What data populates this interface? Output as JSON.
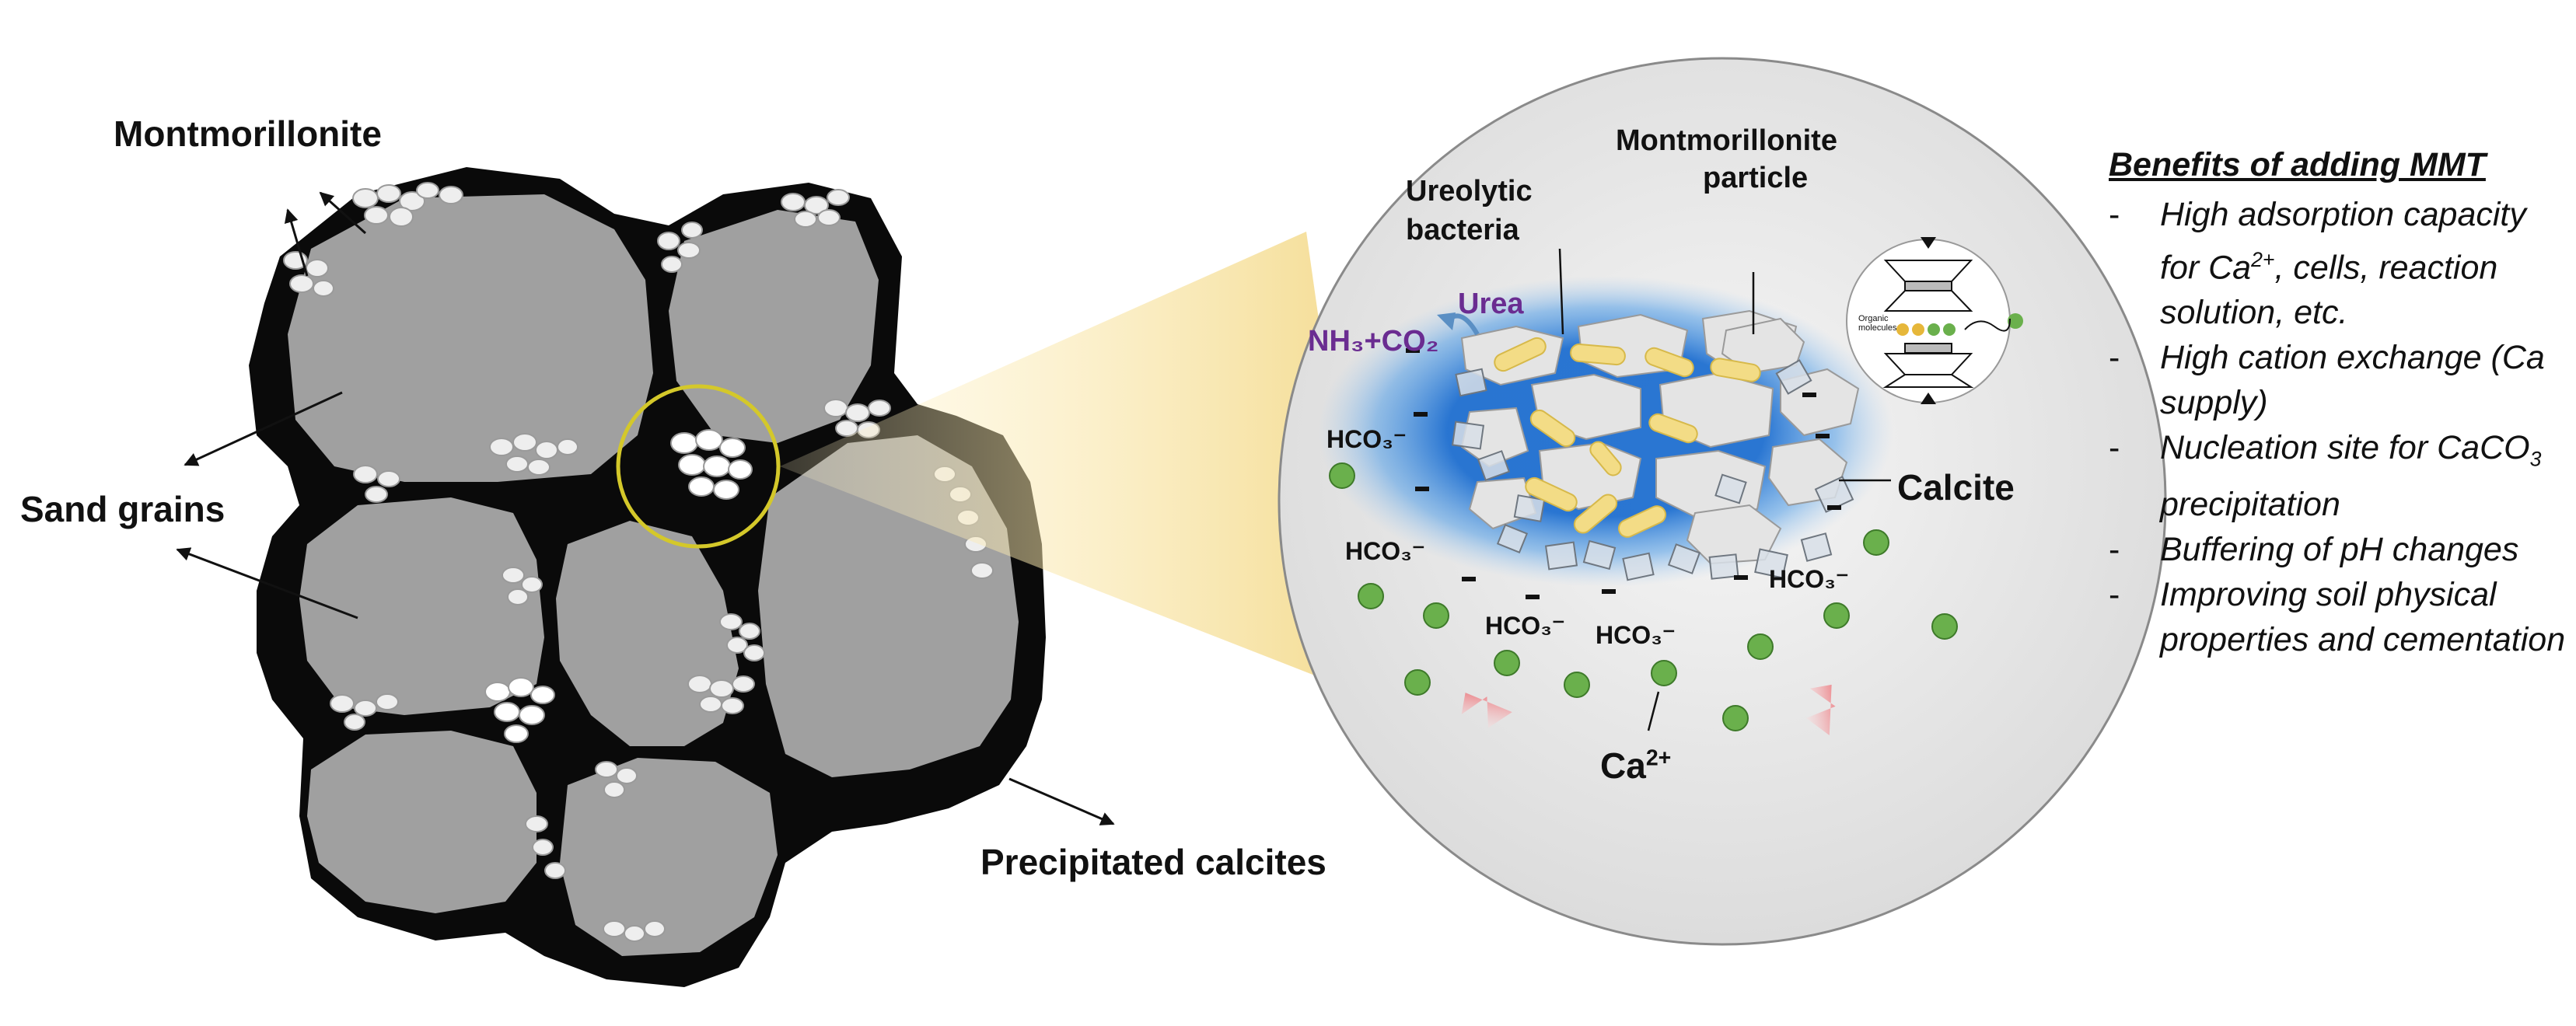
{
  "left_labels": {
    "montmorillonite": "Montmorillonite",
    "sand_grains": "Sand grains",
    "precipitated_calcites": "Precipitated calcites"
  },
  "zoom_labels": {
    "mmt_particle_line1": "Montmorillonite",
    "mmt_particle_line2": "particle",
    "bacteria_line1": "Ureolytic",
    "bacteria_line2": "bacteria",
    "urea": "Urea",
    "nh3_co2": "NH₃+CO₂",
    "calcite": "Calcite",
    "hco3": "HCO₃⁻",
    "ca": "Ca",
    "ca_charge": "2+",
    "organic_molecules": "Organic molecules"
  },
  "benefits": {
    "title": "Benefits of adding MMT",
    "dash": "-",
    "items": [
      {
        "pre": "High adsorption capacity for Ca",
        "sup": "2+",
        "post": ", cells, reaction solution, etc."
      },
      {
        "pre": "High cation exchange (Ca supply)",
        "sup": "",
        "post": ""
      },
      {
        "pre": "Nucleation site for CaCO",
        "sub": "3",
        "post": " precipitation"
      },
      {
        "pre": "Buffering of pH changes",
        "sup": "",
        "post": ""
      },
      {
        "pre": "Improving soil physical properties and cementation",
        "sup": "",
        "post": ""
      }
    ]
  },
  "colors": {
    "grain": "#a0a0a0",
    "matrix": "#0a0a0a",
    "zoom_circle": "#e6e6e6",
    "blue_halo": "#2a7fd6",
    "bacteria": "#f3dc86",
    "ca_dot": "#6ab04c",
    "highlight_ring": "#d4c82a",
    "arrow_red": "#e8313a",
    "label_purple": "#6a2c91"
  }
}
